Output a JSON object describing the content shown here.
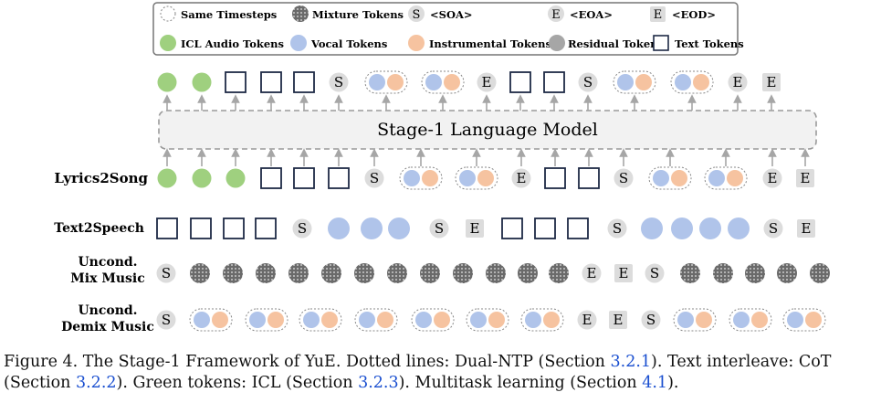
{
  "legend": {
    "same_timesteps": "Same Timesteps",
    "mixture_tokens": "Mixture Tokens",
    "soa": "<SOA>",
    "eoa": "<EOA>",
    "eod": "<EOD>",
    "icl_audio_tokens": "ICL Audio Tokens",
    "vocal_tokens": "Vocal Tokens",
    "instrumental_tokens": "Instrumental Tokens",
    "residual_tokens": "Residual Tokens",
    "text_tokens": "Text Tokens"
  },
  "glyphs": {
    "s": "S",
    "e": "E"
  },
  "model_label": "Stage-1 Language Model",
  "rows": {
    "lyrics2song": "Lyrics2Song",
    "text2speech": "Text2Speech",
    "uncond_mix_line1": "Uncond.",
    "uncond_mix_line2": "Mix Music",
    "uncond_demix_line1": "Uncond.",
    "uncond_demix_line2": "Demix Music"
  },
  "caption": {
    "p1": "Figure 4. The Stage-1 Framework of YuE. Dotted lines: Dual-NTP (Section ",
    "r1": "3.2.1",
    "p2": "). Text interleave: CoT (Section ",
    "r2": "3.2.2",
    "p3": "). Green tokens: ICL (Section ",
    "r3": "3.2.3",
    "p4": "). Multitask learning (Section ",
    "r4": "4.1",
    "p5": ")."
  },
  "colors": {
    "icl_green": "#9fd07f",
    "vocal_blue": "#b0c4ea",
    "instrumental_peach": "#f6c3a0",
    "residual_grey": "#a6a6a6",
    "mixture_grey": "#7d7d7d",
    "special_token_bg": "#dcdcdc",
    "text_token_border": "#1e2a45",
    "arrow_grey": "#a6a6a6",
    "model_fill": "#f2f2f2",
    "caption_link": "#1a4fd0"
  }
}
